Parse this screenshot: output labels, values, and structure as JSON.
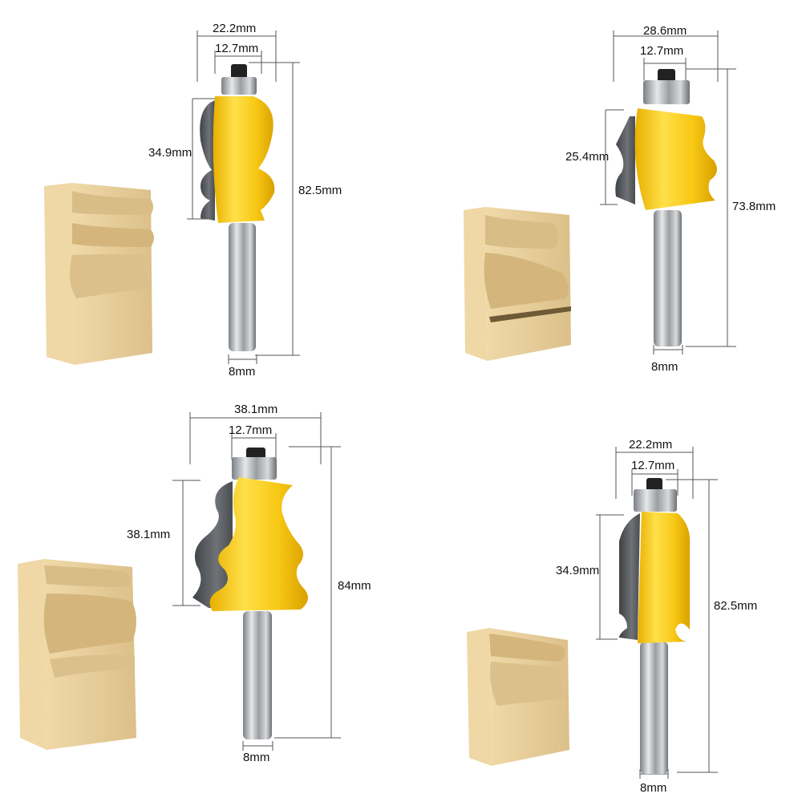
{
  "colors": {
    "background": "#ffffff",
    "bit_body": "#f7c814",
    "bit_highlight": "#ffe45a",
    "bit_shade": "#d9a400",
    "carbide": "#55585b",
    "shank": "#a9adb0",
    "bearing": "#c9cdd0",
    "wood": "#e9cf9a",
    "wood_shade": "#d7b97e",
    "dimension_line": "#555555"
  },
  "panels": [
    {
      "position": "top-left",
      "cut_diameter": "22.2mm",
      "bearing_diameter": "12.7mm",
      "cut_height": "34.9mm",
      "overall_length": "82.5mm",
      "shank_diameter": "8mm"
    },
    {
      "position": "top-right",
      "cut_diameter": "28.6mm",
      "bearing_diameter": "12.7mm",
      "cut_height": "25.4mm",
      "overall_length": "73.8mm",
      "shank_diameter": "8mm"
    },
    {
      "position": "bottom-left",
      "cut_diameter": "38.1mm",
      "bearing_diameter": "12.7mm",
      "cut_height": "38.1mm",
      "overall_length": "84mm",
      "shank_diameter": "8mm"
    },
    {
      "position": "bottom-right",
      "cut_diameter": "22.2mm",
      "bearing_diameter": "12.7mm",
      "cut_height": "34.9mm",
      "overall_length": "82.5mm",
      "shank_diameter": "8mm"
    }
  ]
}
